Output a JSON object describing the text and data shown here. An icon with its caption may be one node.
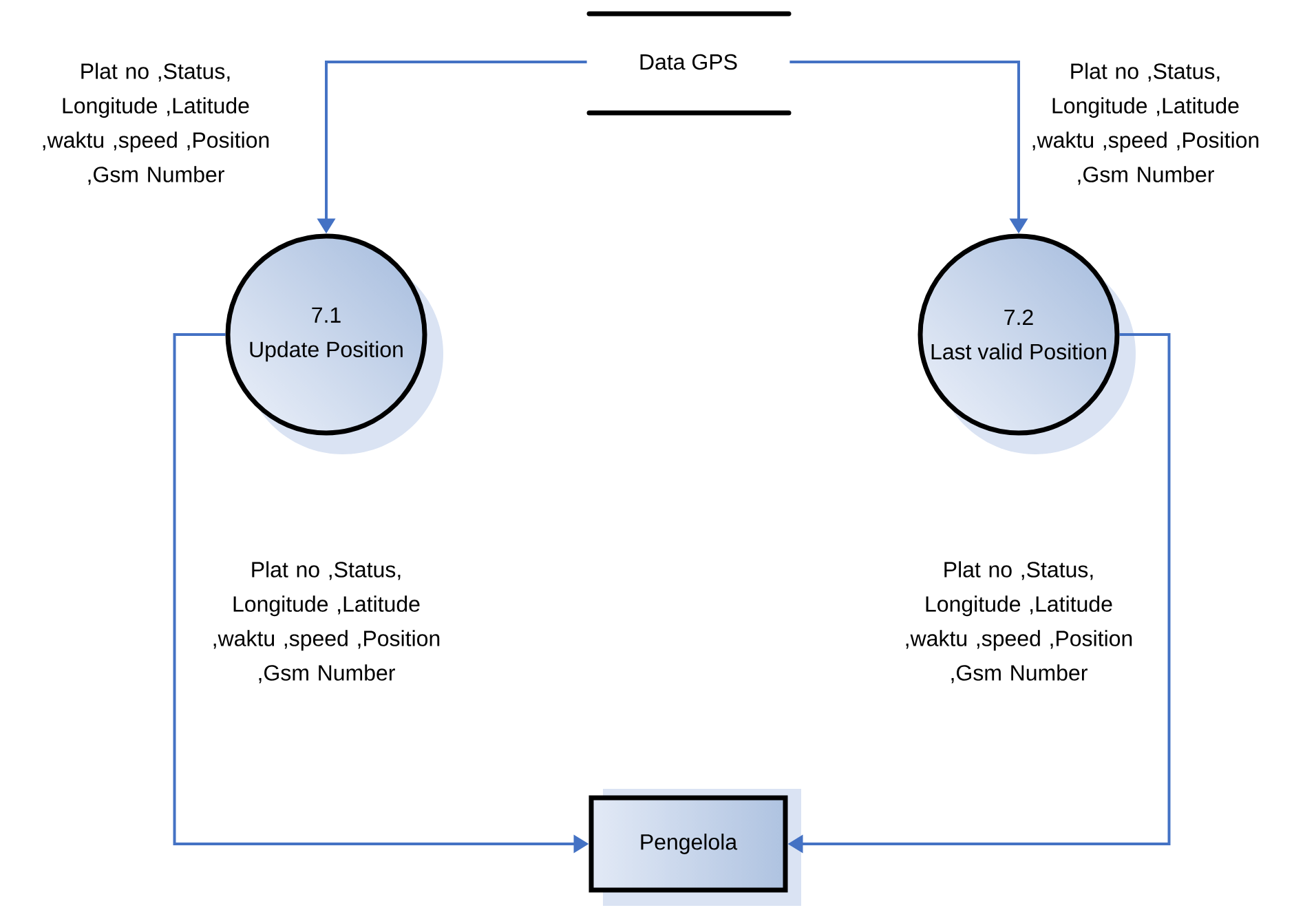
{
  "diagram": {
    "nodes": [
      {
        "text": [
          "Data GPS"
        ]
      },
      {
        "text": [
          "7.1",
          "Update Position"
        ]
      },
      {
        "text": [
          "7.2",
          "Last valid Position"
        ]
      },
      {
        "text": [
          "Pengelola"
        ]
      }
    ],
    "edges": [
      {
        "from": 0,
        "to": 1,
        "arrow": "to",
        "label": "Plat no ,Status, Longitude ,Latitude ,waktu ,speed ,Position ,Gsm Number"
      },
      {
        "from": 0,
        "to": 2,
        "arrow": "to",
        "label": "Plat no ,Status, Longitude ,Latitude ,waktu ,speed ,Position ,Gsm Number"
      },
      {
        "from": 1,
        "to": 3,
        "arrow": "to",
        "label": "Plat no ,Status, Longitude ,Latitude ,waktu ,speed ,Position ,Gsm Number"
      },
      {
        "from": 2,
        "to": 3,
        "arrow": "to",
        "label": "Plat no ,Status, Longitude ,Latitude ,waktu ,speed ,Position ,Gsm Number"
      }
    ]
  }
}
